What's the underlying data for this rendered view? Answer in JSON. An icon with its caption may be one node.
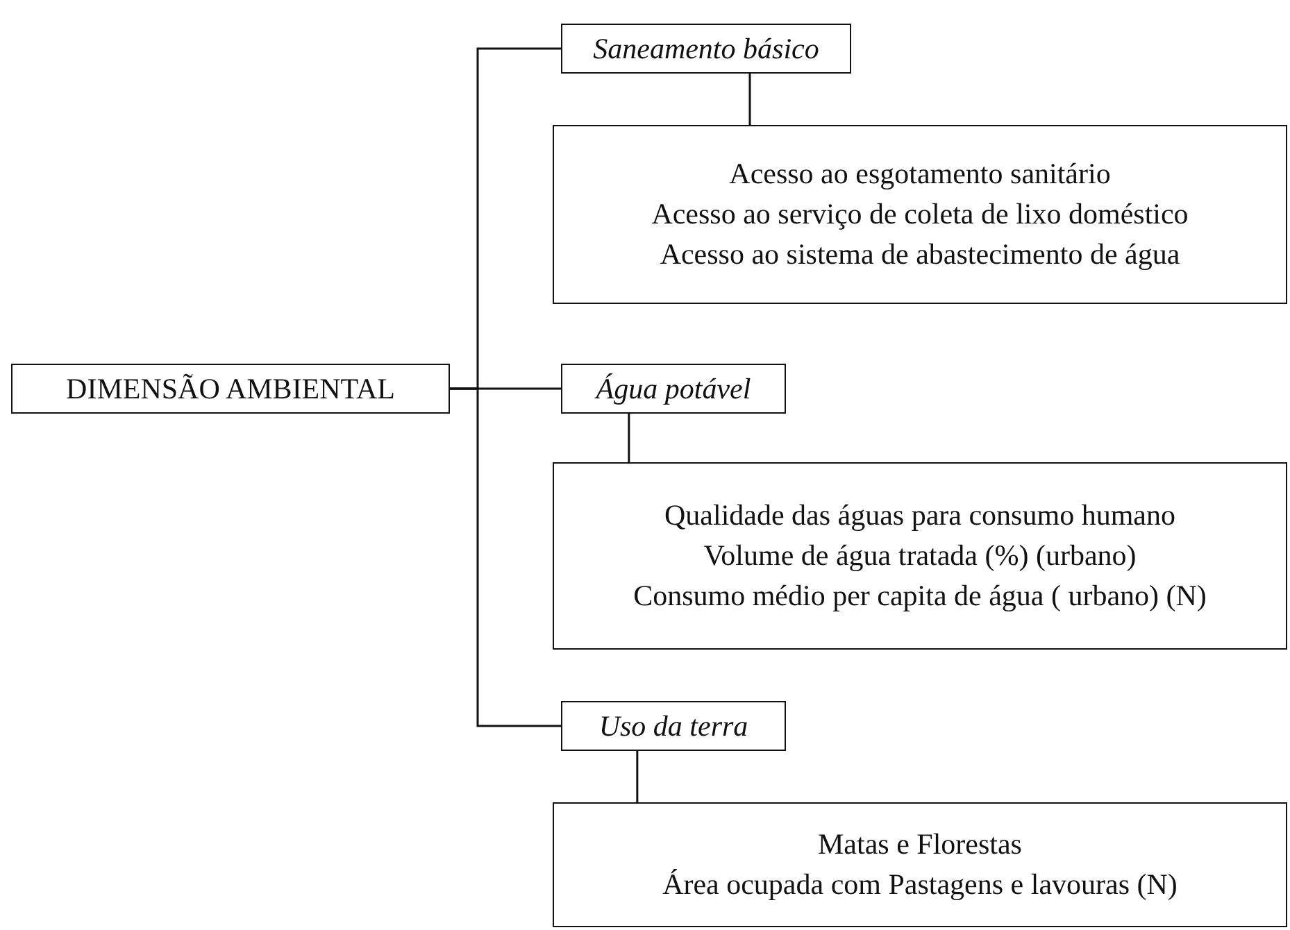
{
  "diagram": {
    "nodes": [
      {
        "text": [
          "DIMENSÃO AMBIENTAL"
        ]
      },
      {
        "text": [
          "Saneamento básico"
        ]
      },
      {
        "text": [
          "Acesso ao esgotamento sanitário",
          "Acesso ao serviço de coleta de lixo doméstico",
          "Acesso ao sistema de abastecimento de água"
        ]
      },
      {
        "text": [
          "Água potável"
        ]
      },
      {
        "text": [
          "Qualidade das águas para consumo humano",
          "Volume de água tratada (%) (urbano)",
          "Consumo médio per capita de água ( urbano) (N)"
        ]
      },
      {
        "text": [
          "Uso da terra"
        ]
      },
      {
        "text": [
          "Matas e Florestas",
          "Área ocupada com Pastagens e lavouras (N)"
        ]
      }
    ],
    "edges": [
      {
        "from": 0,
        "to": 1,
        "arrow": "none"
      },
      {
        "from": 0,
        "to": 3,
        "arrow": "none"
      },
      {
        "from": 0,
        "to": 5,
        "arrow": "none"
      },
      {
        "from": 1,
        "to": 2,
        "arrow": "none"
      },
      {
        "from": 3,
        "to": 4,
        "arrow": "none"
      },
      {
        "from": 5,
        "to": 6,
        "arrow": "none"
      }
    ]
  }
}
